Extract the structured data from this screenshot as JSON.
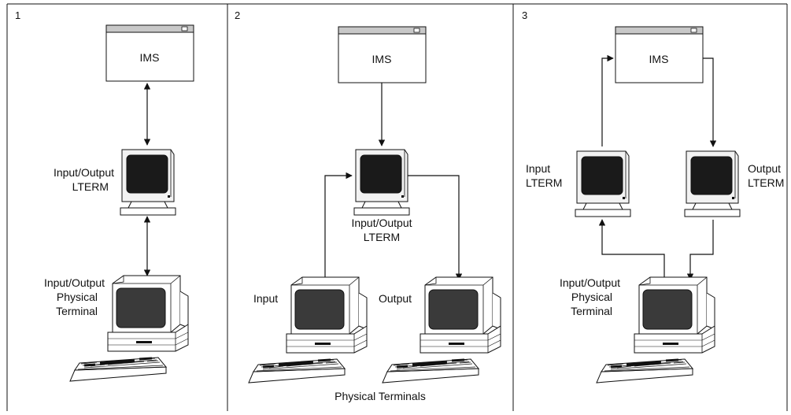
{
  "panels": [
    {
      "number": "1",
      "ims_label": "IMS",
      "lterm_label_line1": "Input/Output",
      "lterm_label_line2": "LTERM",
      "terminal_label_line1": "Input/Output",
      "terminal_label_line2": "Physical",
      "terminal_label_line3": "Terminal"
    },
    {
      "number": "2",
      "ims_label": "IMS",
      "lterm_label_line1": "Input/Output",
      "lterm_label_line2": "LTERM",
      "input_terminal_label": "Input",
      "output_terminal_label": "Output",
      "footer_label": "Physical Terminals"
    },
    {
      "number": "3",
      "ims_label": "IMS",
      "input_lterm_line1": "Input",
      "input_lterm_line2": "LTERM",
      "output_lterm_line1": "Output",
      "output_lterm_line2": "LTERM",
      "terminal_label_line1": "Input/Output",
      "terminal_label_line2": "Physical",
      "terminal_label_line3": "Terminal"
    }
  ],
  "colors": {
    "line": "#111111",
    "window_titlebar": "#c8c8c8",
    "screen": "#1a1a1a",
    "screen_pc": "#3a3a3a"
  }
}
